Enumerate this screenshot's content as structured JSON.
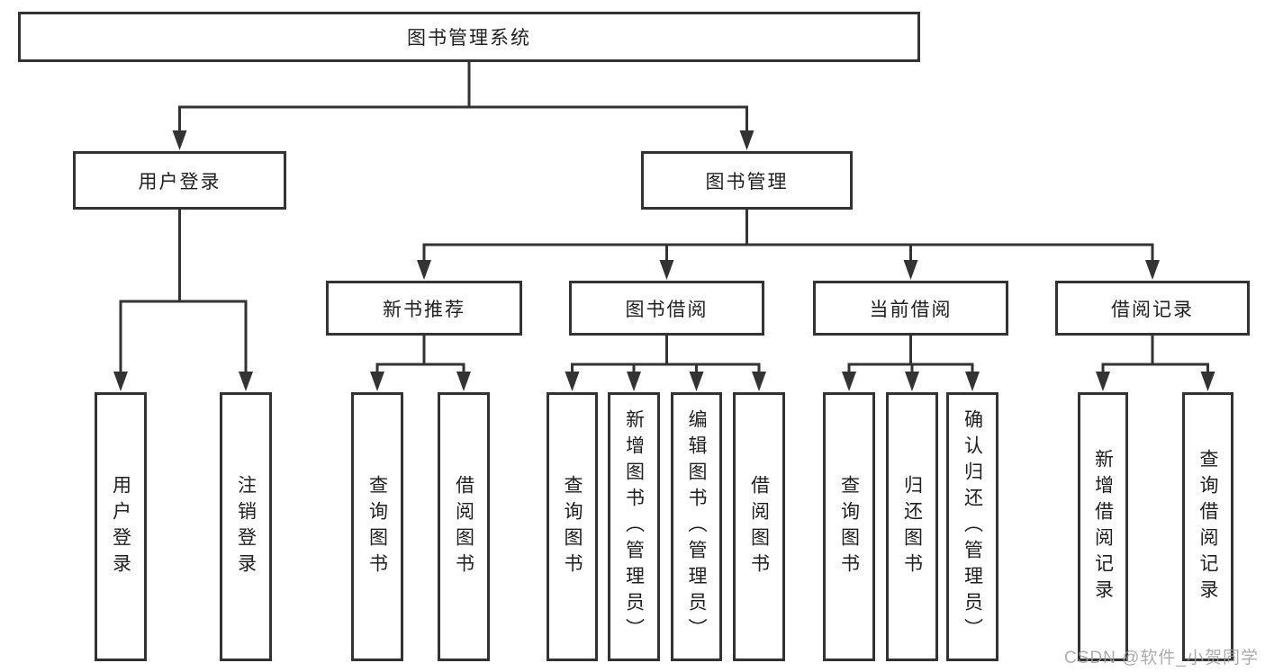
{
  "tree": {
    "label": "图书管理系统",
    "children": [
      {
        "label": "用户登录",
        "children": [
          {
            "label": "用户登录"
          },
          {
            "label": "注销登录"
          }
        ]
      },
      {
        "label": "图书管理",
        "children": [
          {
            "label": "新书推荐",
            "children": [
              {
                "label": "查询图书"
              },
              {
                "label": "借阅图书"
              }
            ]
          },
          {
            "label": "图书借阅",
            "children": [
              {
                "label": "查询图书"
              },
              {
                "label": "新增图书（管理员）"
              },
              {
                "label": "编辑图书（管理员）"
              },
              {
                "label": "借阅图书"
              }
            ]
          },
          {
            "label": "当前借阅",
            "children": [
              {
                "label": "查询图书"
              },
              {
                "label": "归还图书"
              },
              {
                "label": "确认归还（管理员）"
              }
            ]
          },
          {
            "label": "借阅记录",
            "children": [
              {
                "label": "新增借阅记录"
              },
              {
                "label": "查询借阅记录"
              }
            ]
          }
        ]
      }
    ]
  },
  "watermark": "CSDN @软件_小贺同学",
  "colors": {
    "line": "#333333",
    "text": "#1f1f1f",
    "watermark": "#9e9e9e",
    "background": "#ffffff"
  }
}
